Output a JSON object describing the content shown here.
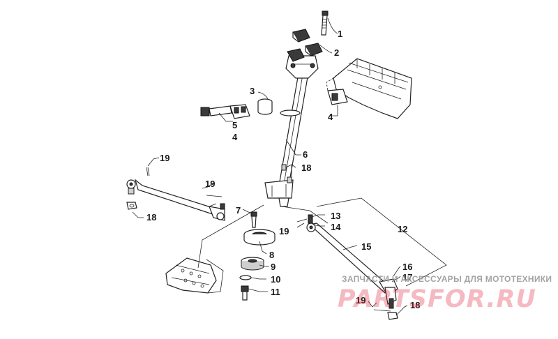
{
  "diagram": {
    "callouts": {
      "c1": "1",
      "c2": "2",
      "c3": "3",
      "c4a": "4",
      "c4b": "4",
      "c5": "5",
      "c6": "6",
      "c7": "7",
      "c8": "8",
      "c9": "9",
      "c10": "10",
      "c11": "11",
      "c12": "12",
      "c13": "13",
      "c14": "14",
      "c15": "15",
      "c16": "16",
      "c17": "17",
      "c18a": "18",
      "c18b": "18",
      "c18c": "18",
      "c19a": "19",
      "c19b": "19",
      "c19c": "19",
      "c19d": "19"
    }
  },
  "watermark": {
    "subtitle": "ЗАПЧАСТИ И АКСЕССУАРЫ ДЛЯ МОТОТЕХНИКИ",
    "logo_text": "PARTSFOR.RU",
    "logo_color": "#e0213a"
  }
}
